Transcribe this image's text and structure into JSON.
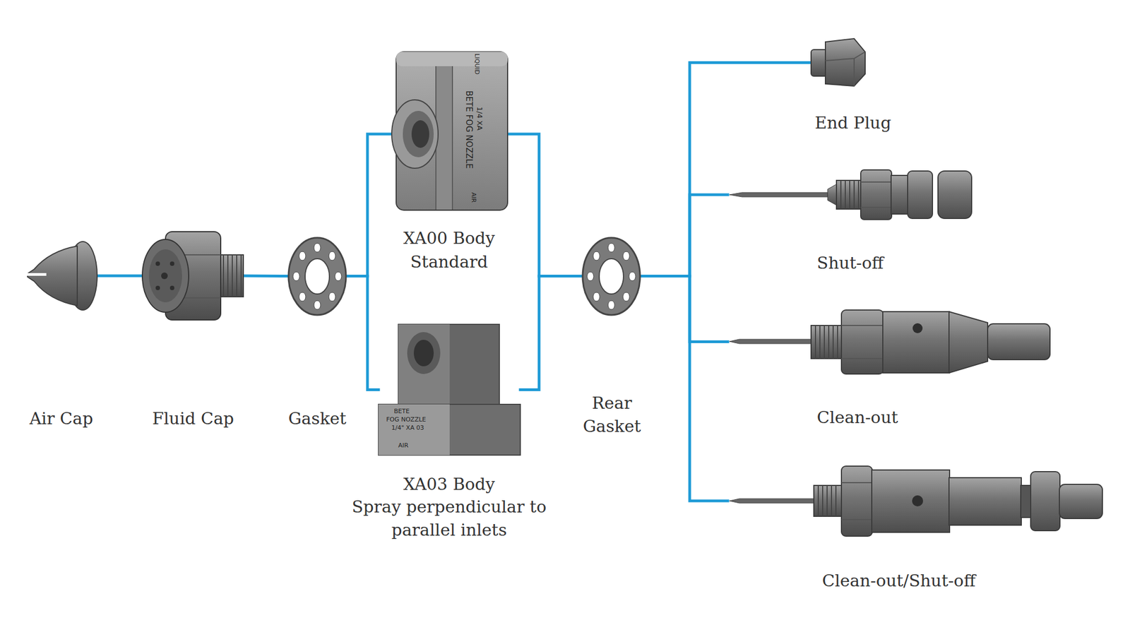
{
  "diagram": {
    "nodes": [
      {
        "text": [
          "Air Cap"
        ]
      },
      {
        "text": [
          "Fluid Cap"
        ]
      },
      {
        "text": [
          "Gasket"
        ]
      },
      {
        "text": [
          "XA00 Body",
          "Standard"
        ]
      },
      {
        "text": [
          "XA03 Body",
          "Spray perpendicular to parallel inlets"
        ]
      },
      {
        "text": [
          "Rear Gasket"
        ]
      },
      {
        "text": [
          "End Plug"
        ]
      },
      {
        "text": [
          "Shut-off"
        ]
      },
      {
        "text": [
          "Clean-out"
        ]
      },
      {
        "text": [
          "Clean-out/Shut-off"
        ]
      }
    ],
    "edges": [
      {
        "from": 0,
        "to": 1,
        "arrow": "none"
      },
      {
        "from": 1,
        "to": 2,
        "arrow": "none"
      },
      {
        "from": 2,
        "to": 3,
        "arrow": "none"
      },
      {
        "from": 2,
        "to": 4,
        "arrow": "none"
      },
      {
        "from": 3,
        "to": 5,
        "arrow": "none"
      },
      {
        "from": 4,
        "to": 5,
        "arrow": "none"
      },
      {
        "from": 5,
        "to": 6,
        "arrow": "none"
      },
      {
        "from": 5,
        "to": 7,
        "arrow": "none"
      },
      {
        "from": 5,
        "to": 8,
        "arrow": "none"
      },
      {
        "from": 5,
        "to": 9,
        "arrow": "none"
      }
    ],
    "labels": [
      "LIQUID",
      "BETE FOG NOZZLE",
      "1/4 XA",
      "AIR",
      "BETE",
      "FOG NOZZLE",
      "1/4\" XA 03",
      "AIR"
    ]
  }
}
